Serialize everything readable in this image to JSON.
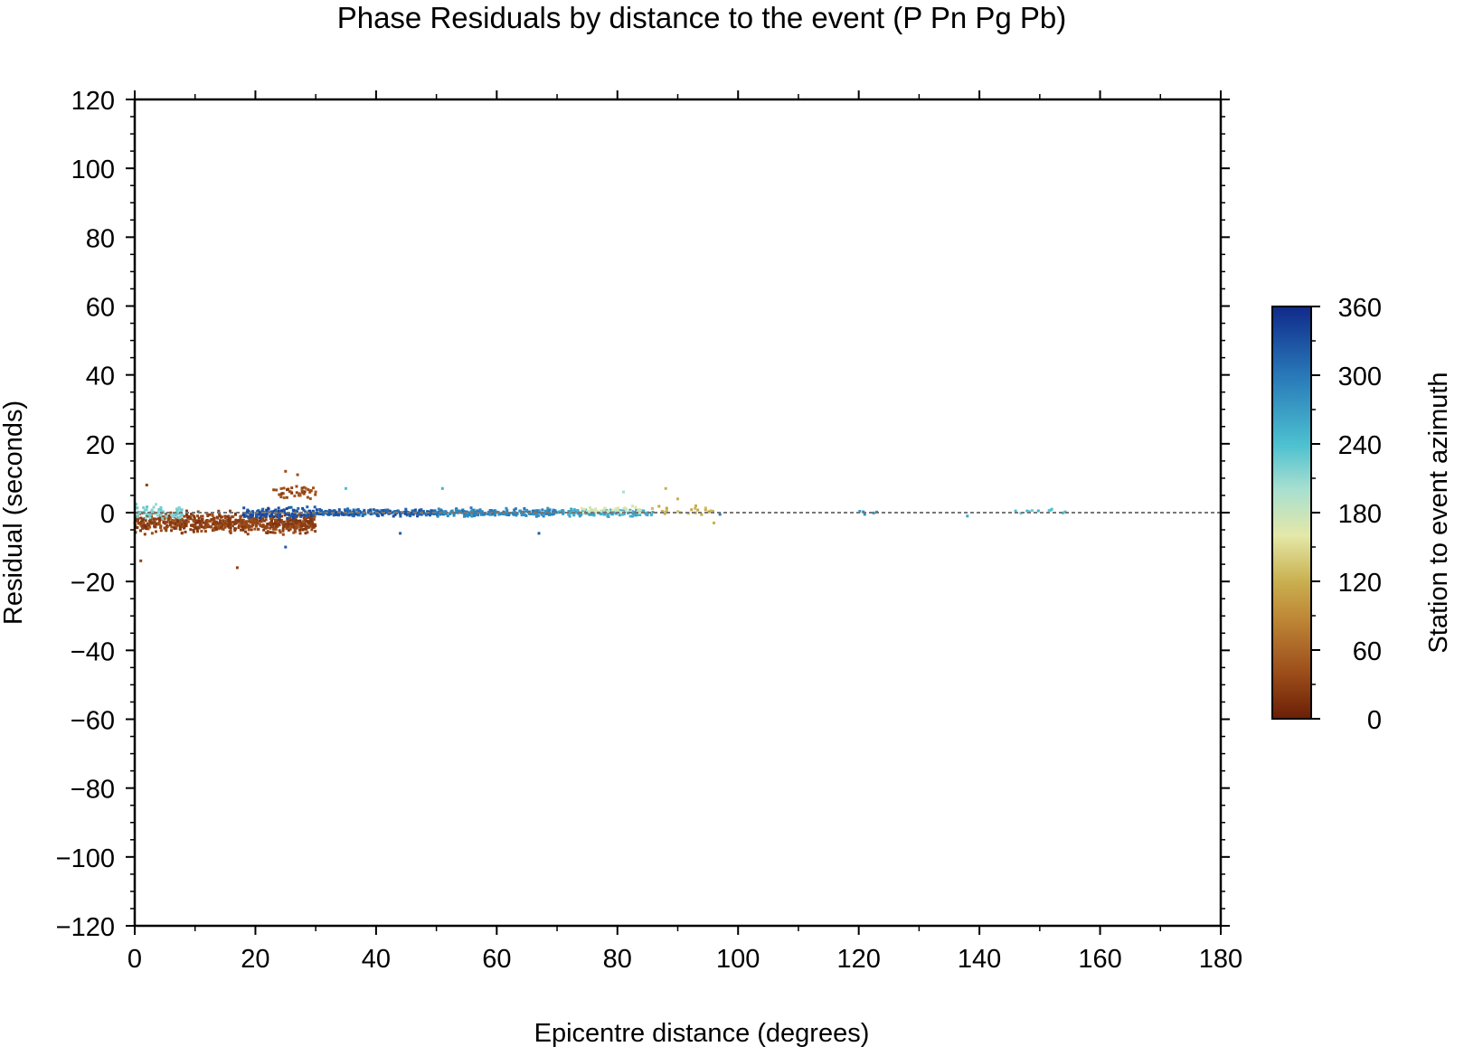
{
  "chart_data": {
    "type": "scatter",
    "title": "Phase Residuals by distance to the event (P Pn Pg Pb)",
    "xlabel": "Epicentre distance (degrees)",
    "ylabel": "Residual (seconds)",
    "xlim": [
      0,
      180
    ],
    "ylim": [
      -120,
      120
    ],
    "x_ticks": [
      0,
      20,
      40,
      60,
      80,
      100,
      120,
      140,
      160,
      180
    ],
    "y_ticks": [
      120,
      100,
      80,
      60,
      40,
      20,
      0,
      -20,
      -40,
      -60,
      -80,
      -100,
      -120
    ],
    "x_tick_labels": [
      "0",
      "20",
      "40",
      "60",
      "80",
      "100",
      "120",
      "140",
      "160",
      "180"
    ],
    "y_tick_labels": [
      "120",
      "100",
      "80",
      "60",
      "40",
      "20",
      "0",
      "−20",
      "−40",
      "−60",
      "−80",
      "−100",
      "−120"
    ],
    "zero_line": true,
    "grid": false,
    "colorbar": {
      "label": "Station to event azimuth",
      "range": [
        0,
        360
      ],
      "ticks": [
        360,
        300,
        240,
        180,
        120,
        60,
        0
      ],
      "tick_labels": [
        "360",
        "300",
        "240",
        "180",
        "120",
        "60",
        "0"
      ],
      "stops": [
        {
          "value": 0,
          "color": "#6b1f06"
        },
        {
          "value": 40,
          "color": "#9c4d1a"
        },
        {
          "value": 90,
          "color": "#c08a38"
        },
        {
          "value": 120,
          "color": "#c9b04f"
        },
        {
          "value": 160,
          "color": "#e4e8a8"
        },
        {
          "value": 200,
          "color": "#a8e0d0"
        },
        {
          "value": 240,
          "color": "#4cc0d0"
        },
        {
          "value": 300,
          "color": "#2878b8"
        },
        {
          "value": 360,
          "color": "#102a8a"
        }
      ]
    },
    "clusters": [
      {
        "x_range": [
          0,
          30
        ],
        "y_mean": -3,
        "y_spread": 4,
        "azimuth": 30,
        "count": 700
      },
      {
        "x_range": [
          0,
          8
        ],
        "y_mean": 0,
        "y_spread": 3,
        "azimuth": 220,
        "count": 60
      },
      {
        "x_range": [
          18,
          30
        ],
        "y_mean": 0,
        "y_spread": 2,
        "azimuth": 330,
        "count": 120
      },
      {
        "x_range": [
          23,
          30
        ],
        "y_mean": 6,
        "y_spread": 3,
        "azimuth": 40,
        "count": 40
      },
      {
        "x_range": [
          30,
          50
        ],
        "y_mean": 0,
        "y_spread": 1.5,
        "azimuth": 320,
        "count": 220
      },
      {
        "x_range": [
          50,
          70
        ],
        "y_mean": 0,
        "y_spread": 1.5,
        "azimuth": 290,
        "count": 220
      },
      {
        "x_range": [
          70,
          86
        ],
        "y_mean": 0,
        "y_spread": 1.5,
        "azimuth": 260,
        "count": 120
      },
      {
        "x_range": [
          74,
          84
        ],
        "y_mean": 0.5,
        "y_spread": 1.5,
        "azimuth": 170,
        "count": 40
      },
      {
        "x_range": [
          85,
          96
        ],
        "y_mean": 0.5,
        "y_spread": 2,
        "azimuth": 120,
        "count": 20
      },
      {
        "x_range": [
          120,
          123
        ],
        "y_mean": 0,
        "y_spread": 0.7,
        "azimuth": 270,
        "count": 4
      },
      {
        "x_range": [
          145,
          155
        ],
        "y_mean": 0.3,
        "y_spread": 0.7,
        "azimuth": 240,
        "count": 10
      }
    ],
    "points": [
      {
        "x": 2,
        "y": 8,
        "az": 30
      },
      {
        "x": 1,
        "y": -14,
        "az": 30
      },
      {
        "x": 17,
        "y": -16,
        "az": 30
      },
      {
        "x": 25,
        "y": 12,
        "az": 40
      },
      {
        "x": 27,
        "y": 11,
        "az": 40
      },
      {
        "x": 25,
        "y": -10,
        "az": 320
      },
      {
        "x": 35,
        "y": 7,
        "az": 240
      },
      {
        "x": 44,
        "y": -6,
        "az": 320
      },
      {
        "x": 51,
        "y": 7,
        "az": 250
      },
      {
        "x": 67,
        "y": -6,
        "az": 320
      },
      {
        "x": 81,
        "y": 6,
        "az": 200
      },
      {
        "x": 88,
        "y": 7,
        "az": 120
      },
      {
        "x": 90,
        "y": 4,
        "az": 120
      },
      {
        "x": 96,
        "y": -3,
        "az": 120
      },
      {
        "x": 93,
        "y": 2,
        "az": 120
      },
      {
        "x": 138,
        "y": -1,
        "az": 260
      },
      {
        "x": 146,
        "y": 0.5,
        "az": 240
      },
      {
        "x": 152,
        "y": 1,
        "az": 240
      },
      {
        "x": 121,
        "y": -0.5,
        "az": 280
      },
      {
        "x": 97,
        "y": -0.5,
        "az": 300
      }
    ]
  }
}
